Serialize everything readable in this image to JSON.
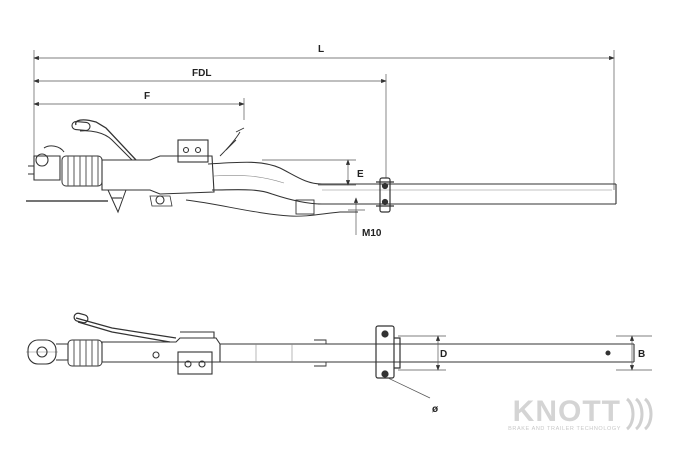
{
  "dimensions": {
    "overall_length": "L",
    "drawbar_length": "FDL",
    "front_length": "F",
    "offset_height": "E",
    "thread": "M10",
    "tube_side": "D",
    "tube_width": "B",
    "bolt_diameter": "ø"
  },
  "logo": {
    "brand": "KNOTT",
    "tagline": "BRAKE AND TRAILER TECHNOLOGY"
  }
}
